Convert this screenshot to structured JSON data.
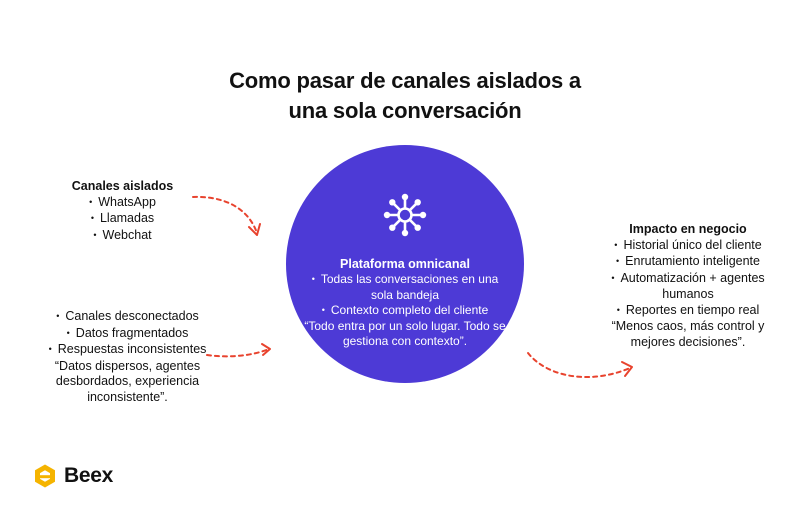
{
  "title": {
    "line1": "Como pasar de canales aislados a",
    "line2": "una sola conversación"
  },
  "left_top": {
    "heading": "Canales aislados",
    "items": [
      "WhatsApp",
      "Llamadas",
      "Webchat"
    ]
  },
  "left_bottom": {
    "items": [
      "Canales desconectados",
      "Datos fragmentados",
      "Respuestas inconsistentes"
    ],
    "quote": "“Datos dispersos, agentes desbordados, experiencia inconsistente”."
  },
  "center": {
    "icon": "network-hub-icon",
    "heading": "Plataforma omnicanal",
    "items": [
      "Todas las conversaciones en una sola bandeja",
      "Contexto completo del cliente"
    ],
    "quote": "“Todo entra por un solo lugar. Todo se gestiona con contexto”."
  },
  "right": {
    "heading": "Impacto en negocio",
    "items": [
      "Historial único del cliente",
      "Enrutamiento inteligente",
      "Automatización + agentes humanos",
      "Reportes en tiempo real"
    ],
    "quote": "“Menos caos, más control y mejores decisiones”."
  },
  "logo": {
    "text": "Beex"
  },
  "colors": {
    "circle": "#4d3ad6",
    "arrow": "#e8432e",
    "logo": "#f5b400",
    "text": "#111111"
  }
}
